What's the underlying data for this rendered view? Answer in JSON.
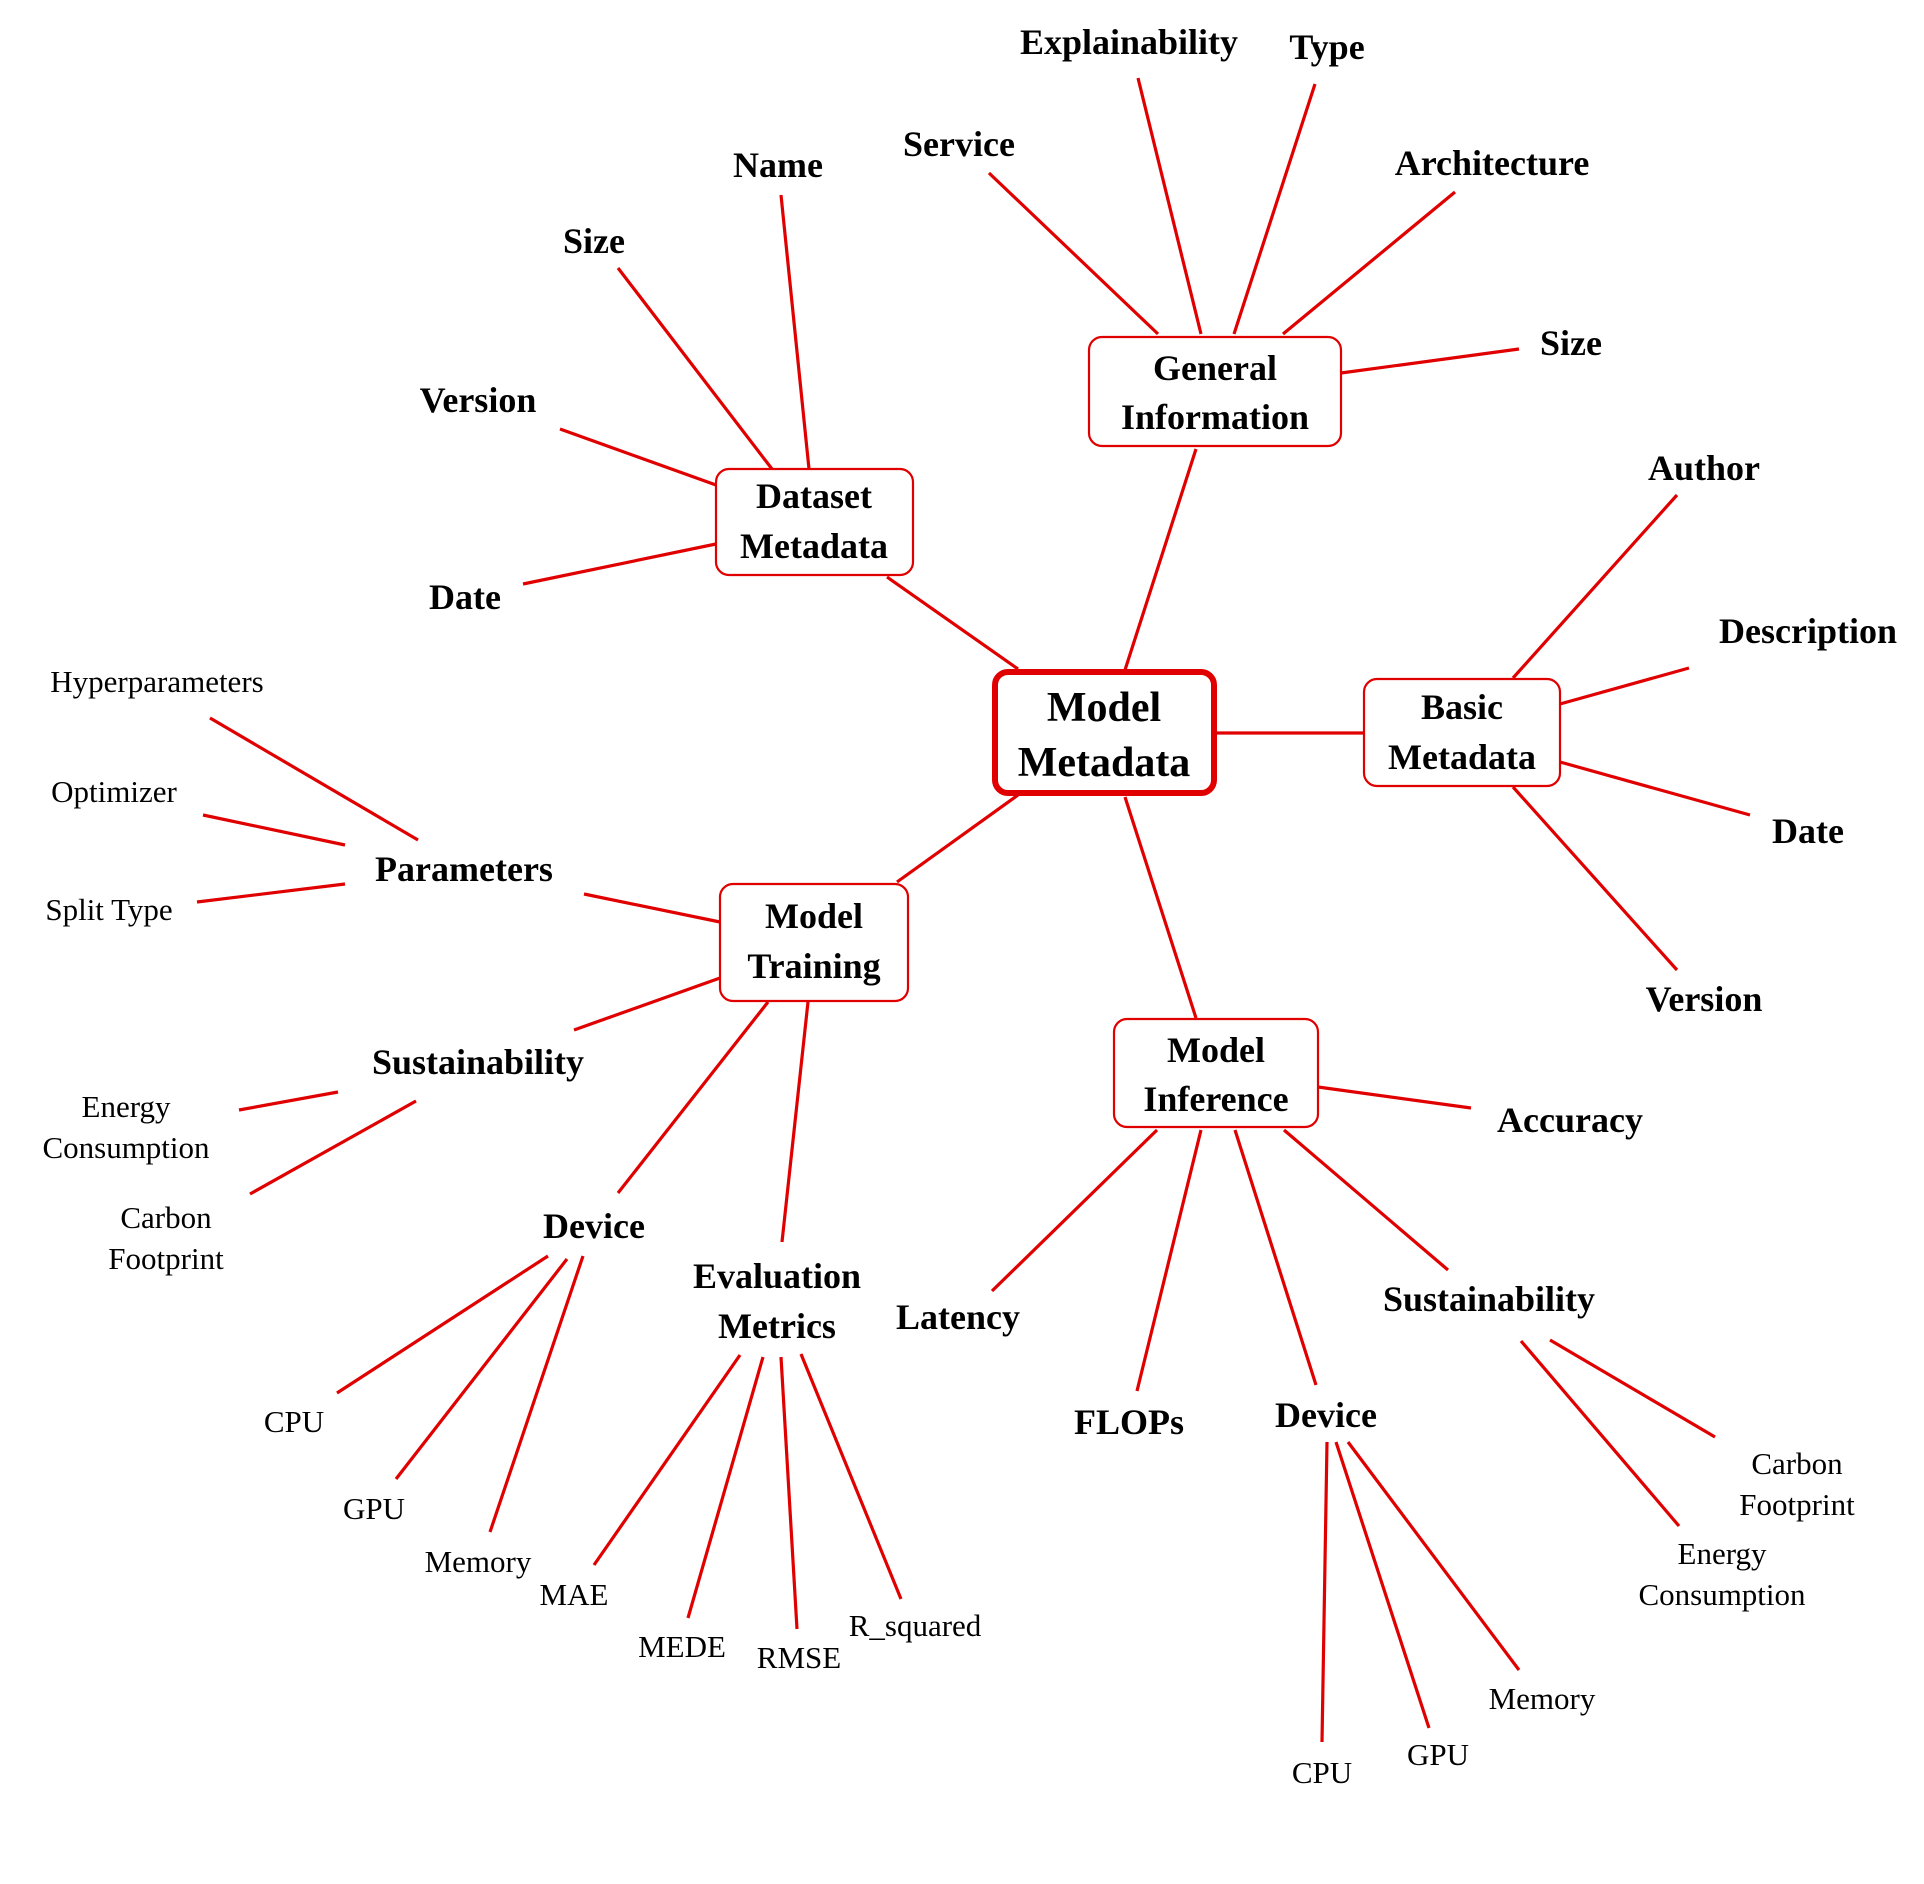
{
  "root": {
    "line1": "Model",
    "line2": "Metadata"
  },
  "general_information": {
    "line1": "General",
    "line2": "Information",
    "leaves": {
      "service": "Service",
      "explainability": "Explainability",
      "type": "Type",
      "architecture": "Architecture",
      "size": "Size"
    }
  },
  "dataset_metadata": {
    "line1": "Dataset",
    "line2": "Metadata",
    "leaves": {
      "name": "Name",
      "size": "Size",
      "version": "Version",
      "date": "Date"
    }
  },
  "basic_metadata": {
    "line1": "Basic",
    "line2": "Metadata",
    "leaves": {
      "author": "Author",
      "description": "Description",
      "date": "Date",
      "version": "Version"
    }
  },
  "model_training": {
    "line1": "Model",
    "line2": "Training",
    "parameters": {
      "label": "Parameters",
      "leaves": {
        "hyperparameters": "Hyperparameters",
        "optimizer": "Optimizer",
        "split_type": "Split Type"
      }
    },
    "sustainability": {
      "label": "Sustainability",
      "energy": {
        "line1": "Energy",
        "line2": "Consumption"
      },
      "carbon": {
        "line1": "Carbon",
        "line2": "Footprint"
      }
    },
    "device": {
      "label": "Device",
      "leaves": {
        "cpu": "CPU",
        "gpu": "GPU",
        "memory": "Memory"
      }
    },
    "evaluation_metrics": {
      "line1": "Evaluation",
      "line2": "Metrics",
      "leaves": {
        "mae": "MAE",
        "mede": "MEDE",
        "rmse": "RMSE",
        "r_squared": "R_squared"
      }
    }
  },
  "model_inference": {
    "line1": "Model",
    "line2": "Inference",
    "leaves": {
      "accuracy": "Accuracy",
      "latency": "Latency",
      "flops": "FLOPs"
    },
    "device": {
      "label": "Device",
      "leaves": {
        "cpu": "CPU",
        "gpu": "GPU",
        "memory": "Memory"
      }
    },
    "sustainability": {
      "label": "Sustainability",
      "carbon": {
        "line1": "Carbon",
        "line2": "Footprint"
      },
      "energy": {
        "line1": "Energy",
        "line2": "Consumption"
      }
    }
  },
  "colors": {
    "line": "#e00000",
    "box_border": "#e00000",
    "text": "#000000",
    "background": "#ffffff"
  }
}
